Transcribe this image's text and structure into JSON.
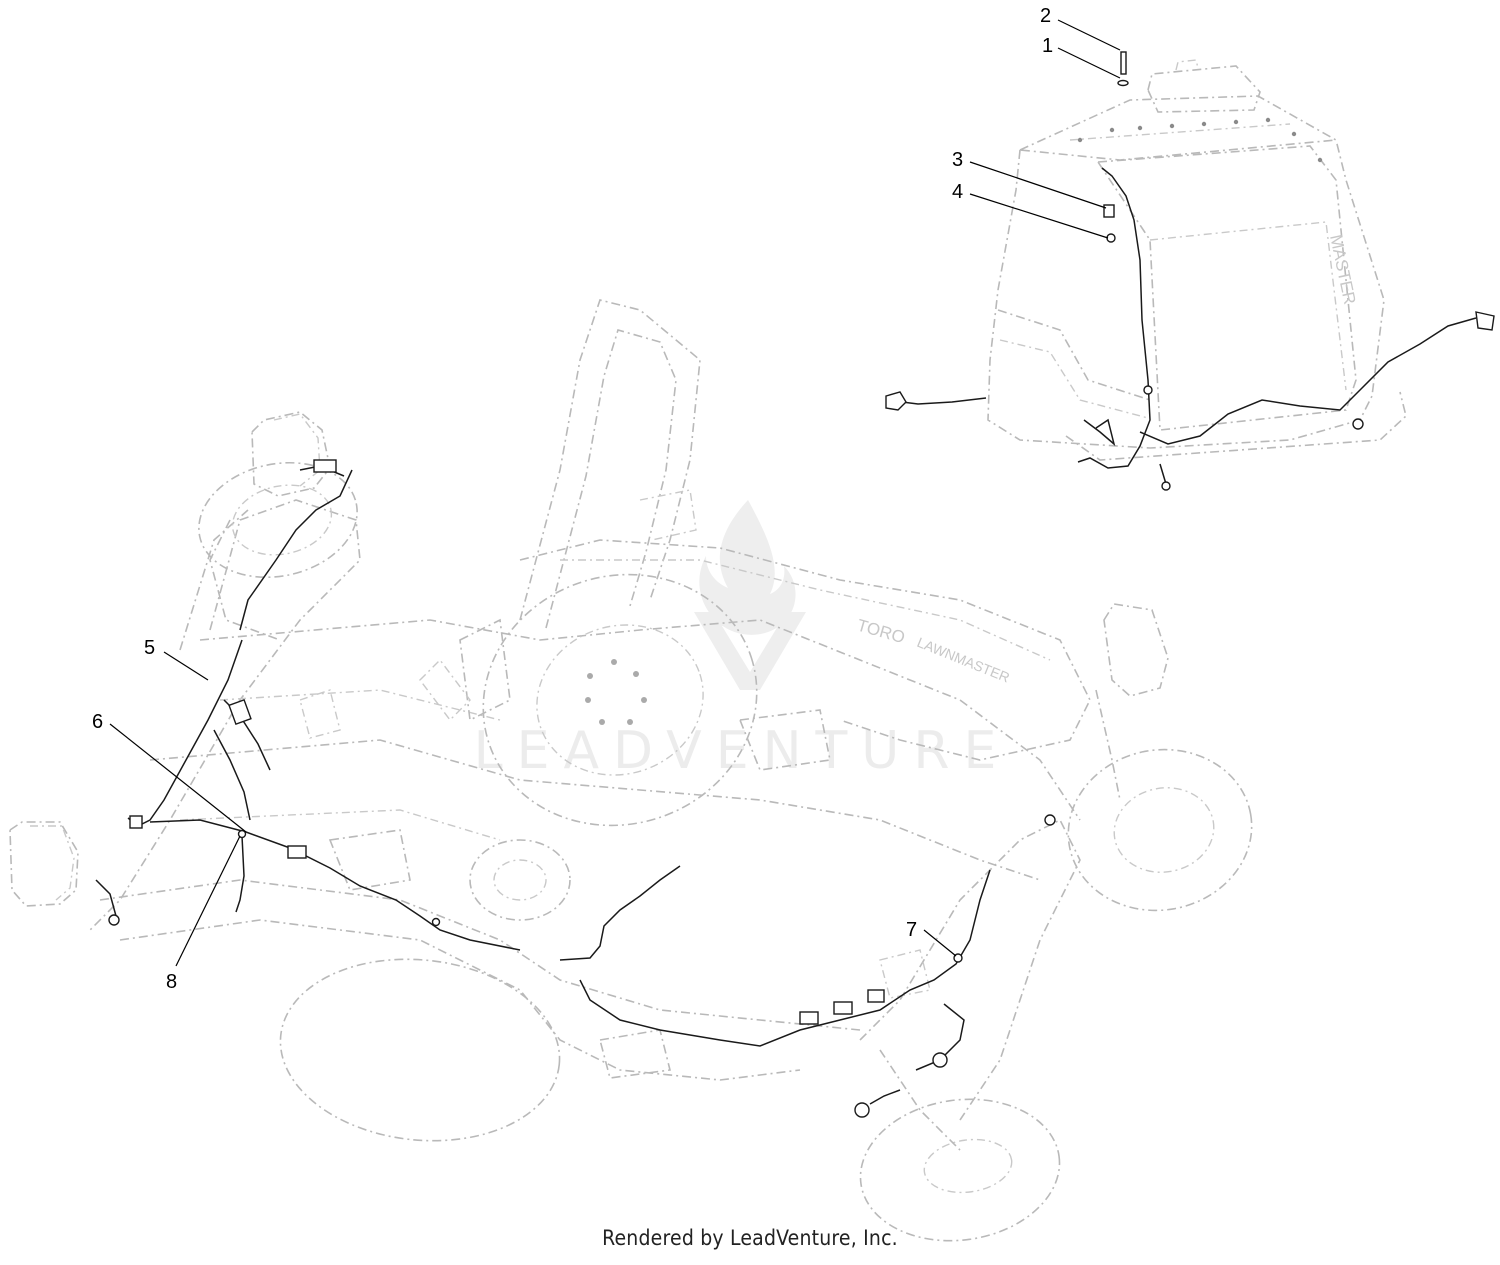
{
  "watermark": {
    "text": "LEADVENTURE"
  },
  "bagger": {
    "decal_text": "MASTER"
  },
  "mower": {
    "hood_brand": "TORO"
  },
  "callouts": [
    {
      "label": "1"
    },
    {
      "label": "2"
    },
    {
      "label": "3"
    },
    {
      "label": "4"
    },
    {
      "label": "5"
    },
    {
      "label": "6"
    },
    {
      "label": "7"
    },
    {
      "label": "8"
    }
  ],
  "footer": {
    "text": "Rendered by LeadVenture, Inc."
  },
  "colors": {
    "ghost_line": "#b9b9b9",
    "harness": "#1a1a1a",
    "watermark": "#ececec"
  }
}
